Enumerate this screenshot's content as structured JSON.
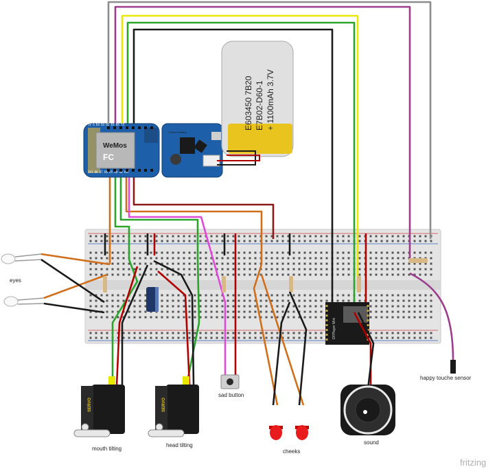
{
  "labels": {
    "eyes": "eyes",
    "mouth": "mouth tilting",
    "head": "head tilting",
    "sad_button": "sad button",
    "cheeks": "cheeks",
    "sound": "sound",
    "touch_sensor": "happy touche sensor",
    "watermark": "fritzing"
  },
  "battery": {
    "line1": "E603450 7B20",
    "line2": "E7B02-D60-1",
    "line3": "+ 1100mAh 3.7V"
  },
  "wemos": {
    "brand": "WeMos",
    "top_pins": "5V G D4 D3 D2 D1 RX TX",
    "bottom_pins": "3V3 D8 D7 D6 D5 D0 A0 RST",
    "shield_text": "D1mini Battery"
  },
  "servo": {
    "label": "SERVO"
  },
  "mp3": {
    "label": "DFPlayer Mini"
  },
  "colors": {
    "wire_black": "#1a1a1a",
    "wire_red": "#b00000",
    "wire_green": "#2aa52a",
    "wire_yellow": "#e8e800",
    "wire_gray": "#8c8c8c",
    "wire_purple": "#9c3c8c",
    "wire_orange": "#d06e1a",
    "wire_darkred": "#8b1a1a",
    "wire_magenta": "#e04ad8",
    "breadboard": "#e4e4e4",
    "board_blue": "#1d5fa8",
    "battery_yellow": "#e9c41e"
  }
}
